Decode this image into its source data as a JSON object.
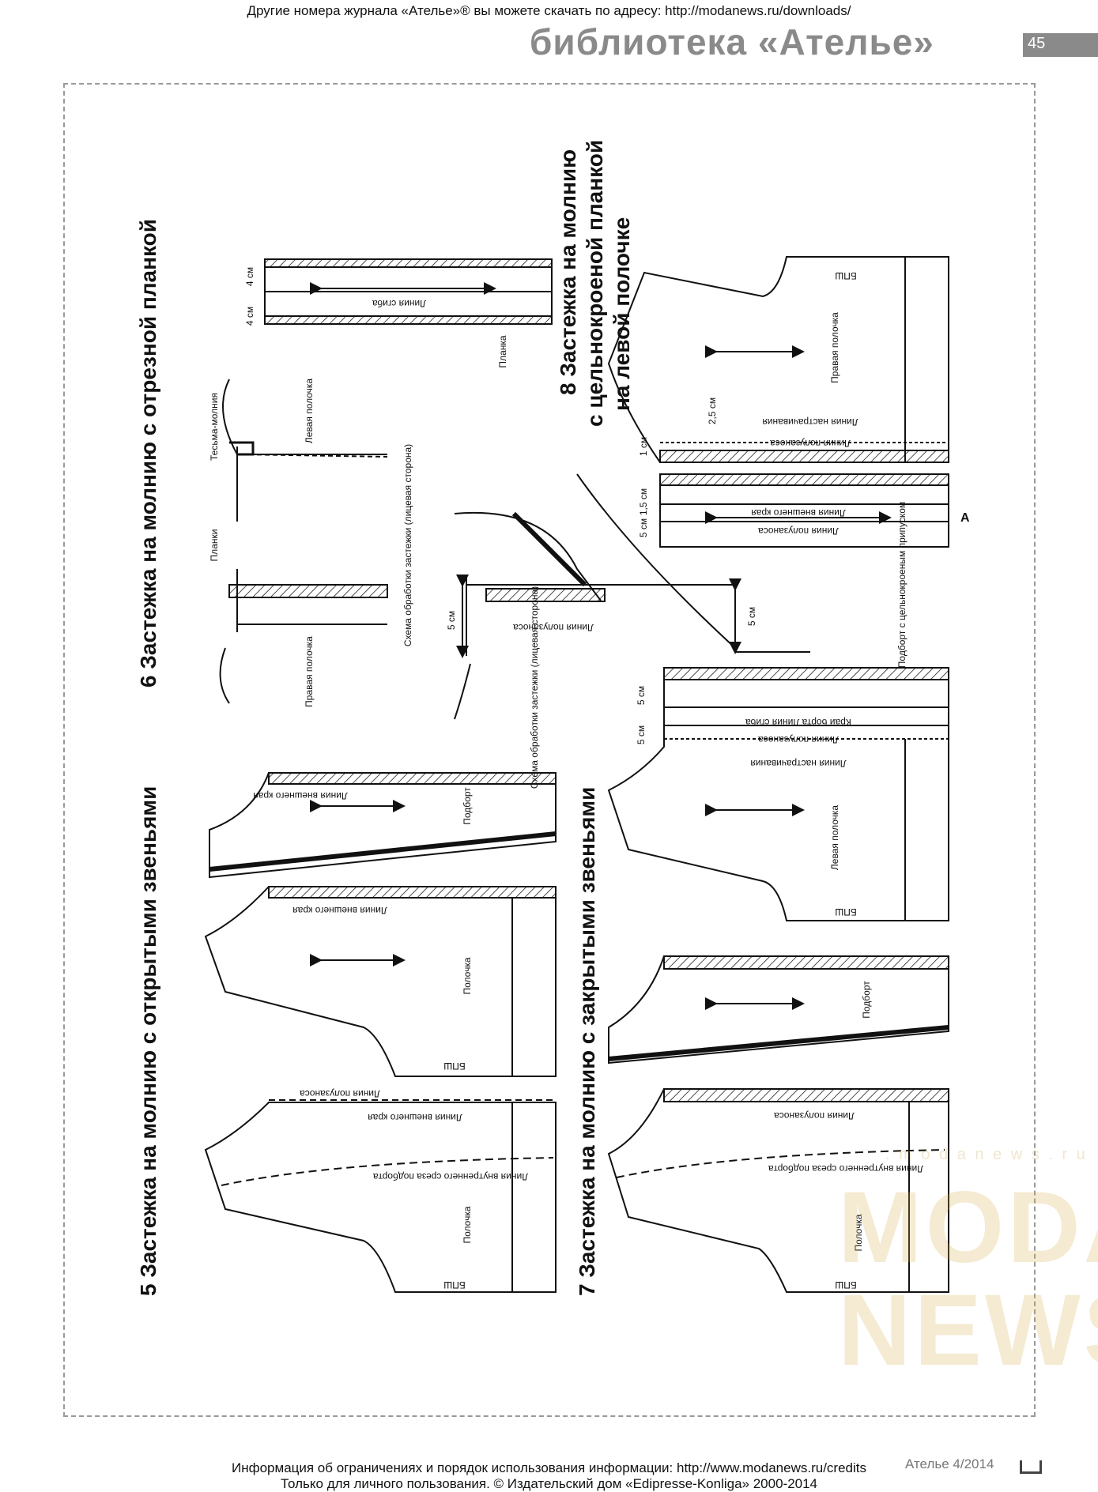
{
  "header": {
    "top_line": "Другие номера журнала «Ателье»® вы можете скачать по адресу: http://modanews.ru/downloads/",
    "brand": "библиотека «Ателье»",
    "page_number": "45"
  },
  "sections": {
    "s5": "5 Застежка на молнию с открытыми звеньями",
    "s6": "6 Застежка на молнию с отрезной планкой",
    "s7": "7 Застежка на молнию с закрытыми звеньями",
    "s8_line1": "8 Застежка на молнию",
    "s8_line2": "с цельнокроеной планкой",
    "s8_line3": "на левой полочке"
  },
  "labels": {
    "polochka": "Полочка",
    "podbort": "Подборт",
    "levaya": "Левая полочка",
    "pravaya": "Правая полочка",
    "planka": "Планка",
    "planki": "Планки",
    "tesma": "Тесьма-молния",
    "liniya_vnesh": "Линия внешнего края",
    "liniya_polu": "Линия полузаноса",
    "liniya_vnutr": "Линия внутреннего среза подборта",
    "liniya_sgiba": "Линия сгиба",
    "liniya_nastr": "Линия настрачивания",
    "krai_borta": "Край борта Линия сгиба",
    "schema6": "Схема обработки застежки (лицевая сторона)",
    "schema8": "Схема обработки застежки (лицевая сторона)",
    "podbort_cel": "Подборт с цельнокроеным припуском",
    "bpsh": "БПШ",
    "point_a": "А",
    "d4a": "4 см",
    "d4b": "4 см",
    "d5": "5 см",
    "d1": "1 см",
    "d15": "1,5 см",
    "d25": "2,5 см"
  },
  "footer": {
    "line1": "Информация об ограничениях и порядок использования информации: http://www.modanews.ru/credits",
    "line2": "Только для личного пользования. © Издательский дом «Edipresse-Konliga» 2000-2014",
    "issue": "Ателье 4/2014"
  },
  "watermark": {
    "url": ". m o d a n e w s . r u",
    "big1": "MODA",
    "big2": "NEWS"
  }
}
